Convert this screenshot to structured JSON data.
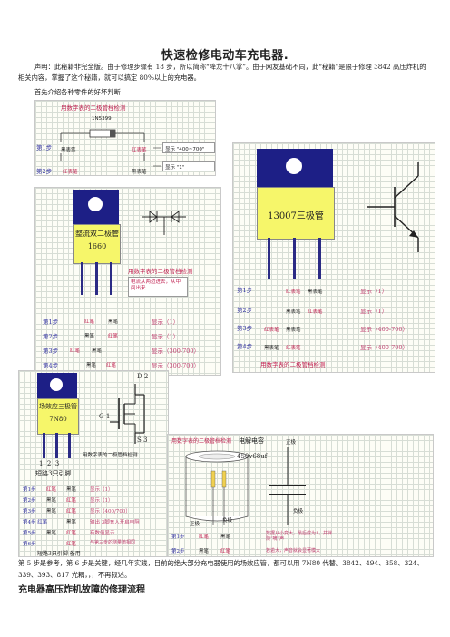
{
  "title": "快速检修电动车充电器.",
  "intro": "声明：此秘籍非完全版。由于修理步骤有 18 步，所以简称“降龙十八掌”。由于网友基础不同，此“秘籍”是限于修理 3842 高压炸机的相关内容，掌握了这个秘籍，就可以搞定 80%以上的充电器。",
  "intro2": "首先介绍各种零件的好坏判断",
  "fig1": {
    "header": "用数字表的二极管档检测",
    "part": "1N5399",
    "step1": "第1步",
    "step2": "第2步",
    "probe_black": "黑表笔",
    "probe_red": "红表笔",
    "result1": "显示 \"400~700\"",
    "result2": "显示 \"1\""
  },
  "fig2": {
    "part_name": "整流双二极管",
    "part_no": "1660",
    "method": "用数字表的二极管档检测",
    "note": "电流从两边进去，从中间出来",
    "rows": [
      {
        "step": "第1步",
        "a": "红笔",
        "b": "黑笔",
        "res": "显示（1）"
      },
      {
        "step": "第2步",
        "a": "黑笔",
        "b": "红笔",
        "res": "显示（1）"
      },
      {
        "step": "第3步",
        "a": "红笔",
        "b": "黑笔",
        "res": "显示（300-700）"
      },
      {
        "step": "第4步",
        "a": "黑笔",
        "b": "红笔",
        "res": "显示（300-700）"
      }
    ]
  },
  "fig3": {
    "part_name": "13007三极管",
    "method": "用数字表的二极管档检测",
    "rows": [
      {
        "step": "第1步",
        "a": "红表笔",
        "b": "黑表笔",
        "res": "显示（1）"
      },
      {
        "step": "第2步",
        "a": "黑表笔",
        "b": "红表笔",
        "res": "显示（1）"
      },
      {
        "step": "第3步",
        "a": "红表笔",
        "b": "黑表笔",
        "res": "显示（400-700）"
      },
      {
        "step": "第4步",
        "a": "黑表笔",
        "b": "红表笔",
        "res": "显示（400-700）"
      }
    ]
  },
  "fig4": {
    "part_name": "场效应三极管",
    "part_no": "7N80",
    "pins": "1  2  3",
    "pins_caption": "短路3只引脚",
    "bottom_caption": "短路3只引脚  备用",
    "method": "用数字表的二极管档检测",
    "pin_d": "D 2",
    "pin_g": "G 1",
    "pin_s": "S 3",
    "rows": [
      {
        "step": "第1步",
        "a": "红笔",
        "b": "黑笔",
        "res": "显示（1）"
      },
      {
        "step": "第2步",
        "a": "黑笔",
        "b": "红笔",
        "res": "显示（1）"
      },
      {
        "step": "第3步",
        "a": "黑笔",
        "b": "红笔",
        "res": "显示（400/700）"
      },
      {
        "step": "第4步 红笔",
        "a": "",
        "b": "黑笔",
        "res": "输出 3脚充入开启电阻"
      },
      {
        "step": "第5步",
        "a": "黑笔",
        "b": "红笔",
        "res": "有数值显示"
      },
      {
        "step": "第6步",
        "a": "",
        "b": "红笔",
        "res": "与第三步的测量值相同"
      }
    ]
  },
  "fig5": {
    "header": "用数字表的二极管档检测",
    "cap_title": "电解电容",
    "cap_value": "450v68uf",
    "pos": "正极",
    "neg": "负极",
    "pos2": "正极",
    "neg2": "负极",
    "rows": [
      {
        "step": "第1步",
        "a": "红笔",
        "b": "黑笔",
        "res": "数据从小变大，最后成为1，并伴随“嘀”声"
      },
      {
        "step": "第2步",
        "a": "黑笔",
        "b": "红笔",
        "res": "若逾大，声音就会显著模大"
      }
    ]
  },
  "note": "第 5 步是参考，第 6 步是关键，经几年实践，目前的绝大部分充电器使用的场效应管，都可以用 7N80 代替。3842、494、358、324、339、393、817 光耦，，，不再叙述。",
  "section_heading": "充电器高压炸机故障的修理流程"
}
